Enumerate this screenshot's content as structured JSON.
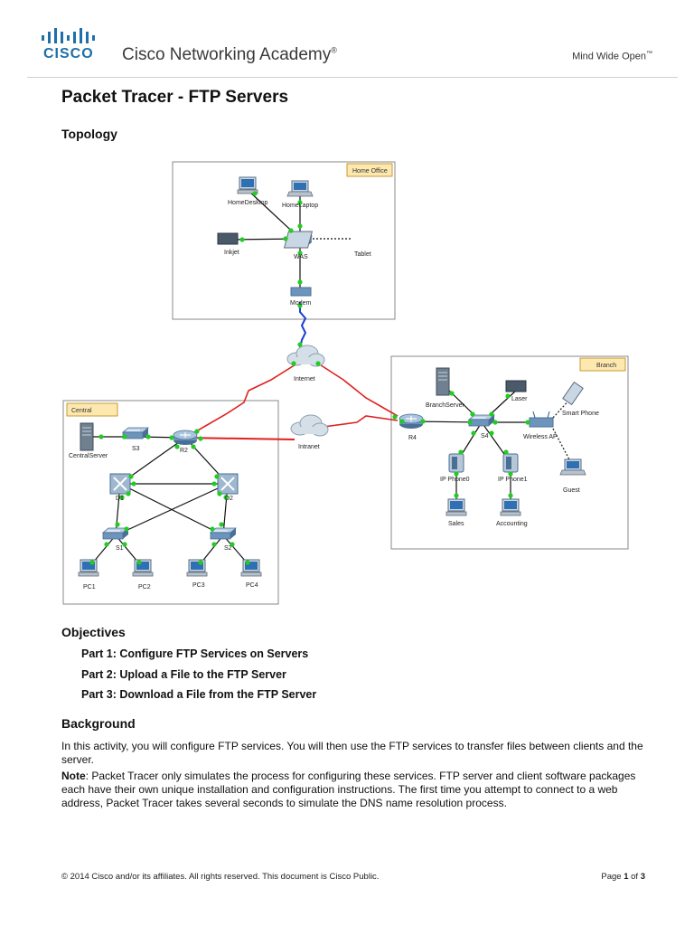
{
  "header": {
    "logo_text": "CISCO",
    "academy_name": "Cisco Networking Academy",
    "academy_mark": "®",
    "tagline": "Mind Wide Open",
    "tagline_mark": "™",
    "brand_color": "#1f6fa8"
  },
  "title": "Packet Tracer - FTP Servers",
  "topology": {
    "heading": "Topology",
    "areas": {
      "home_office": "Home Office",
      "central": "Central",
      "branch": "Branch"
    },
    "devices": {
      "home_desktop": "HomeDesktop",
      "home_laptop": "HomeLaptop",
      "inkjet": "Inkjet",
      "was": "WAS",
      "tablet": "Tablet",
      "modem": "Modem",
      "internet": "Internet",
      "intranet": "Intranet",
      "central_server": "CentralServer",
      "s3": "S3",
      "r2": "R2",
      "d1": "D1",
      "d2": "D2",
      "s1": "S1",
      "s2": "S2",
      "pc1": "PC1",
      "pc2": "PC2",
      "pc3": "PC3",
      "pc4": "PC4",
      "branch_server": "BranchServer",
      "laser": "Laser",
      "smart_phone": "Smart Phone",
      "r4": "R4",
      "s4": "S4",
      "wireless_ap": "Wireless AP",
      "ip_phone0": "IP Phone0",
      "ip_phone1": "IP Phone1",
      "guest": "Guest",
      "sales": "Sales",
      "accounting": "Accounting"
    }
  },
  "objectives": {
    "heading": "Objectives",
    "parts": [
      "Part 1: Configure FTP Services on Servers",
      "Part 2: Upload a File to the FTP Server",
      "Part 3: Download a File from the FTP Server"
    ]
  },
  "background": {
    "heading": "Background",
    "para1": "In this activity, you will configure FTP services. You will then use the FTP services to transfer files between clients and the server.",
    "note_label": "Note",
    "note_text": ": Packet Tracer only simulates the process for configuring these services. FTP server and client software packages each have their own unique installation and configuration instructions. The first time you attempt to connect to a web address, Packet Tracer takes several seconds to simulate the DNS name resolution process."
  },
  "footer": {
    "copyright": "© 2014 Cisco and/or its affiliates. All rights reserved. This document is Cisco Public.",
    "page_word": "Page",
    "page_current": "1",
    "page_of": "of",
    "page_total": "3"
  }
}
